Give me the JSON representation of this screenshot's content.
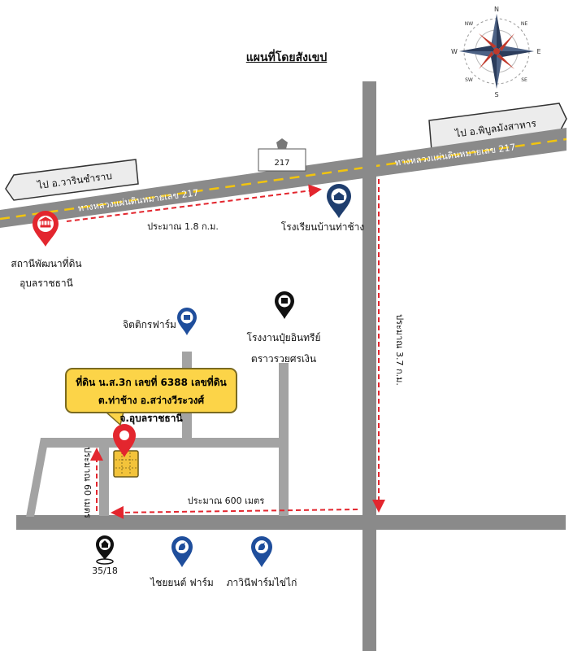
{
  "title": "แผนที่โดยสังเขป",
  "compass": {
    "n": "N",
    "s": "S",
    "e": "E",
    "w": "W",
    "ne": "NE",
    "nw": "NW",
    "se": "SE",
    "sw": "SW"
  },
  "signs": {
    "left": "ไป อ.วารินชำราบ",
    "right": "ไป อ.พิบูลมังสาหาร"
  },
  "highway": {
    "label_left": "ทางหลวงแผ่นดินหมายเลข 217",
    "label_right": "ทางหลวงแผ่นดินหมายเลข 217",
    "shield_number": "217"
  },
  "distances": {
    "top": "ประมาณ 1.8 ก.ม.",
    "right": "ประมาณ 3.7 ก.ม.",
    "bottom": "ประมาณ 600 เมตร",
    "left": "ประมาณ 60 เมตร"
  },
  "places": {
    "land_office_line1": "สถานีพัฒนาที่ดิน",
    "land_office_line2": "อุบลราชธานี",
    "school": "โรงเรียนบ้านท่าช้าง",
    "farm_jit": "จิตติกรฟาร์ม",
    "factory_line1": "โรงงานปุ๋ยอินทรีย์",
    "factory_line2": "ตราวรวยศรเงิน",
    "house_no": "35/18",
    "farm_chaiyon": "ไชยยนต์ ฟาร์ม",
    "farm_pawinee": "ภาวินีฟาร์มไข่ไก่"
  },
  "callout": {
    "line1": "ที่ดิน น.ส.3ก เลขที่ 6388 เลขที่ดิน",
    "line2": "ต.ท่าช้าง อ.สว่างวีระวงศ์ จ.อุบลราชธานี"
  },
  "colors": {
    "road": "#8a8a8a",
    "highway_dash": "#f1c40f",
    "route": "#e3262e",
    "pin_red": "#e3262e",
    "pin_blue": "#1f4e9c",
    "pin_black": "#111111",
    "callout_bg": "#fcd448",
    "parcel": "#f3c33a"
  }
}
